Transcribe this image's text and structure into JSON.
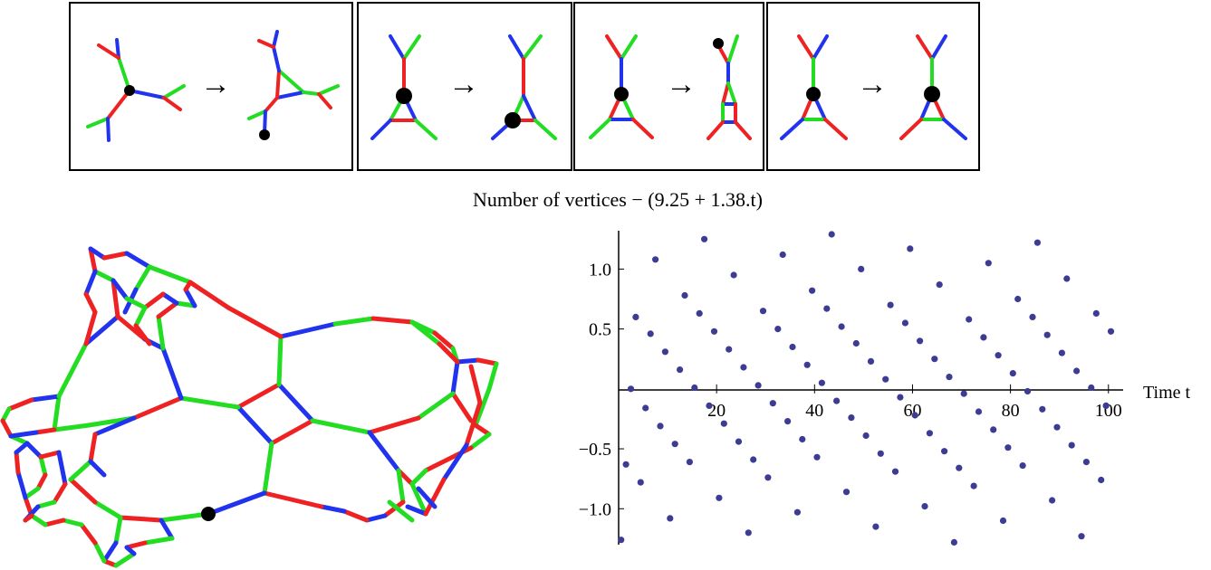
{
  "colors": {
    "red": "#ee2222",
    "green": "#22dd22",
    "blue": "#2233ee",
    "point": "#3c3c94",
    "vertex": "#000000",
    "frame": "#000000",
    "axis": "#000000"
  },
  "rules_panels": [
    {
      "arrow": "→"
    },
    {
      "arrow": "→"
    },
    {
      "arrow": "→"
    },
    {
      "arrow": "→"
    }
  ],
  "chart_data": {
    "type": "scatter",
    "title": "Number of vertices − (9.25 + 1.38.t)",
    "xlabel": "Time t",
    "ylabel": "",
    "xlim": [
      0,
      103
    ],
    "ylim": [
      -1.3,
      1.32
    ],
    "x_ticks": [
      20,
      40,
      60,
      80,
      100
    ],
    "x_tick_labels": [
      "20",
      "40",
      "60",
      "80",
      "100"
    ],
    "y_ticks": [
      1.0,
      0.5,
      -0.5,
      -1.0
    ],
    "y_tick_labels": [
      "1.0",
      "0.5",
      "−0.5",
      "−1.0"
    ],
    "grid": false,
    "legend": "none",
    "points": [
      [
        0.5,
        -1.26
      ],
      [
        1.5,
        -0.63
      ],
      [
        2.5,
        0.0
      ],
      [
        3.5,
        0.6
      ],
      [
        4.5,
        -0.78
      ],
      [
        5.5,
        -0.16
      ],
      [
        6.5,
        0.46
      ],
      [
        7.5,
        1.08
      ],
      [
        8.5,
        -0.31
      ],
      [
        9.5,
        0.31
      ],
      [
        10.5,
        -1.08
      ],
      [
        11.5,
        -0.46
      ],
      [
        12.5,
        0.16
      ],
      [
        13.5,
        0.78
      ],
      [
        14.5,
        -0.61
      ],
      [
        15.5,
        0.01
      ],
      [
        16.5,
        0.63
      ],
      [
        17.5,
        1.25
      ],
      [
        18.5,
        -0.14
      ],
      [
        19.5,
        0.48
      ],
      [
        20.5,
        -0.91
      ],
      [
        21.5,
        -0.29
      ],
      [
        22.5,
        0.33
      ],
      [
        23.5,
        0.95
      ],
      [
        24.5,
        -0.44
      ],
      [
        25.5,
        0.18
      ],
      [
        26.5,
        -1.2
      ],
      [
        27.5,
        -0.59
      ],
      [
        28.5,
        0.03
      ],
      [
        29.5,
        0.65
      ],
      [
        30.5,
        -0.74
      ],
      [
        31.5,
        -0.12
      ],
      [
        32.5,
        0.5
      ],
      [
        33.5,
        1.12
      ],
      [
        34.5,
        -0.27
      ],
      [
        35.5,
        0.35
      ],
      [
        36.5,
        -1.03
      ],
      [
        37.5,
        -0.42
      ],
      [
        38.5,
        0.2
      ],
      [
        39.5,
        0.82
      ],
      [
        40.5,
        -0.57
      ],
      [
        41.5,
        0.05
      ],
      [
        42.5,
        0.67
      ],
      [
        43.5,
        1.29
      ],
      [
        44.5,
        -0.1
      ],
      [
        45.5,
        0.52
      ],
      [
        46.5,
        -0.86
      ],
      [
        47.5,
        -0.24
      ],
      [
        48.5,
        0.38
      ],
      [
        49.5,
        1.0
      ],
      [
        50.5,
        -0.39
      ],
      [
        51.5,
        0.23
      ],
      [
        52.5,
        -1.15
      ],
      [
        53.5,
        -0.54
      ],
      [
        54.5,
        0.08
      ],
      [
        55.5,
        0.7
      ],
      [
        56.5,
        -0.69
      ],
      [
        57.5,
        -0.07
      ],
      [
        58.5,
        0.55
      ],
      [
        59.5,
        1.17
      ],
      [
        60.5,
        -0.22
      ],
      [
        61.5,
        0.4
      ],
      [
        62.5,
        -0.98
      ],
      [
        63.5,
        -0.37
      ],
      [
        64.5,
        0.25
      ],
      [
        65.5,
        0.87
      ],
      [
        66.5,
        -0.52
      ],
      [
        67.5,
        0.1
      ],
      [
        68.5,
        -1.28
      ],
      [
        69.5,
        -0.66
      ],
      [
        70.5,
        -0.04
      ],
      [
        71.5,
        0.58
      ],
      [
        72.5,
        -0.81
      ],
      [
        73.5,
        -0.19
      ],
      [
        74.5,
        0.43
      ],
      [
        75.5,
        1.05
      ],
      [
        76.5,
        -0.34
      ],
      [
        77.5,
        0.28
      ],
      [
        78.5,
        -1.1
      ],
      [
        79.5,
        -0.49
      ],
      [
        80.5,
        0.13
      ],
      [
        81.5,
        0.75
      ],
      [
        82.5,
        -0.64
      ],
      [
        83.5,
        -0.02
      ],
      [
        84.5,
        0.6
      ],
      [
        85.5,
        1.22
      ],
      [
        86.5,
        -0.17
      ],
      [
        87.5,
        0.45
      ],
      [
        88.5,
        -0.93
      ],
      [
        89.5,
        -0.32
      ],
      [
        90.5,
        0.3
      ],
      [
        91.5,
        0.92
      ],
      [
        92.5,
        -0.47
      ],
      [
        93.5,
        0.15
      ],
      [
        94.5,
        -1.23
      ],
      [
        95.5,
        -0.61
      ],
      [
        96.5,
        0.01
      ],
      [
        97.5,
        0.63
      ],
      [
        98.5,
        -0.76
      ],
      [
        99.5,
        -0.14
      ],
      [
        100.5,
        0.48
      ]
    ]
  }
}
